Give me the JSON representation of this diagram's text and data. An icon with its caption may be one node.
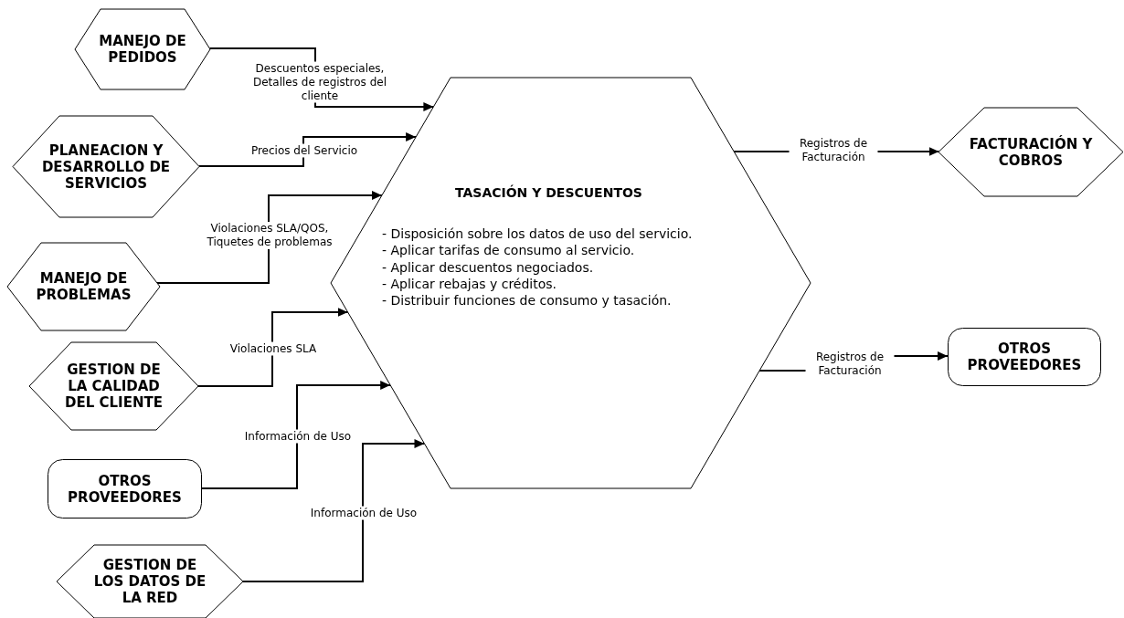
{
  "diagram": {
    "nodes": [
      {
        "text": [
          "MANEJO DE PEDIDOS"
        ]
      },
      {
        "text": [
          "PLANEACION Y DESARROLLO DE SERVICIOS"
        ]
      },
      {
        "text": [
          "MANEJO DE PROBLEMAS"
        ]
      },
      {
        "text": [
          "GESTION DE LA CALIDAD DEL CLIENTE"
        ]
      },
      {
        "text": [
          "OTROS PROVEEDORES"
        ]
      },
      {
        "text": [
          "GESTION DE LOS DATOS DE LA RED"
        ]
      },
      {
        "text": [
          "TASACIÓN Y DESCUENTOS",
          "- Disposición sobre los datos de uso del servicio.",
          "- Aplicar tarifas de consumo al servicio.",
          "- Aplicar descuentos negociados.",
          "- Aplicar rebajas y créditos.",
          "- Distribuir funciones de consumo y tasación."
        ]
      },
      {
        "text": [
          "FACTURACIÓN Y COBROS"
        ]
      },
      {
        "text": [
          "OTROS PROVEEDORES"
        ]
      }
    ],
    "edges": [
      {
        "from": 0,
        "to": 6,
        "arrow": "to",
        "label": "Descuentos especiales, Detalles de registros del cliente"
      },
      {
        "from": 1,
        "to": 6,
        "arrow": "to",
        "label": "Precios del Servicio"
      },
      {
        "from": 2,
        "to": 6,
        "arrow": "to",
        "label": "Violaciones SLA/QOS, Tiquetes de problemas"
      },
      {
        "from": 3,
        "to": 6,
        "arrow": "to",
        "label": "Violaciones SLA"
      },
      {
        "from": 4,
        "to": 6,
        "arrow": "to",
        "label": "Información de Uso"
      },
      {
        "from": 5,
        "to": 6,
        "arrow": "to",
        "label": "Información de Uso"
      },
      {
        "from": 6,
        "to": 7,
        "arrow": "to",
        "label": "Registros de Facturación"
      },
      {
        "from": 6,
        "to": 8,
        "arrow": "to",
        "label": "Registros de Facturación"
      }
    ]
  }
}
